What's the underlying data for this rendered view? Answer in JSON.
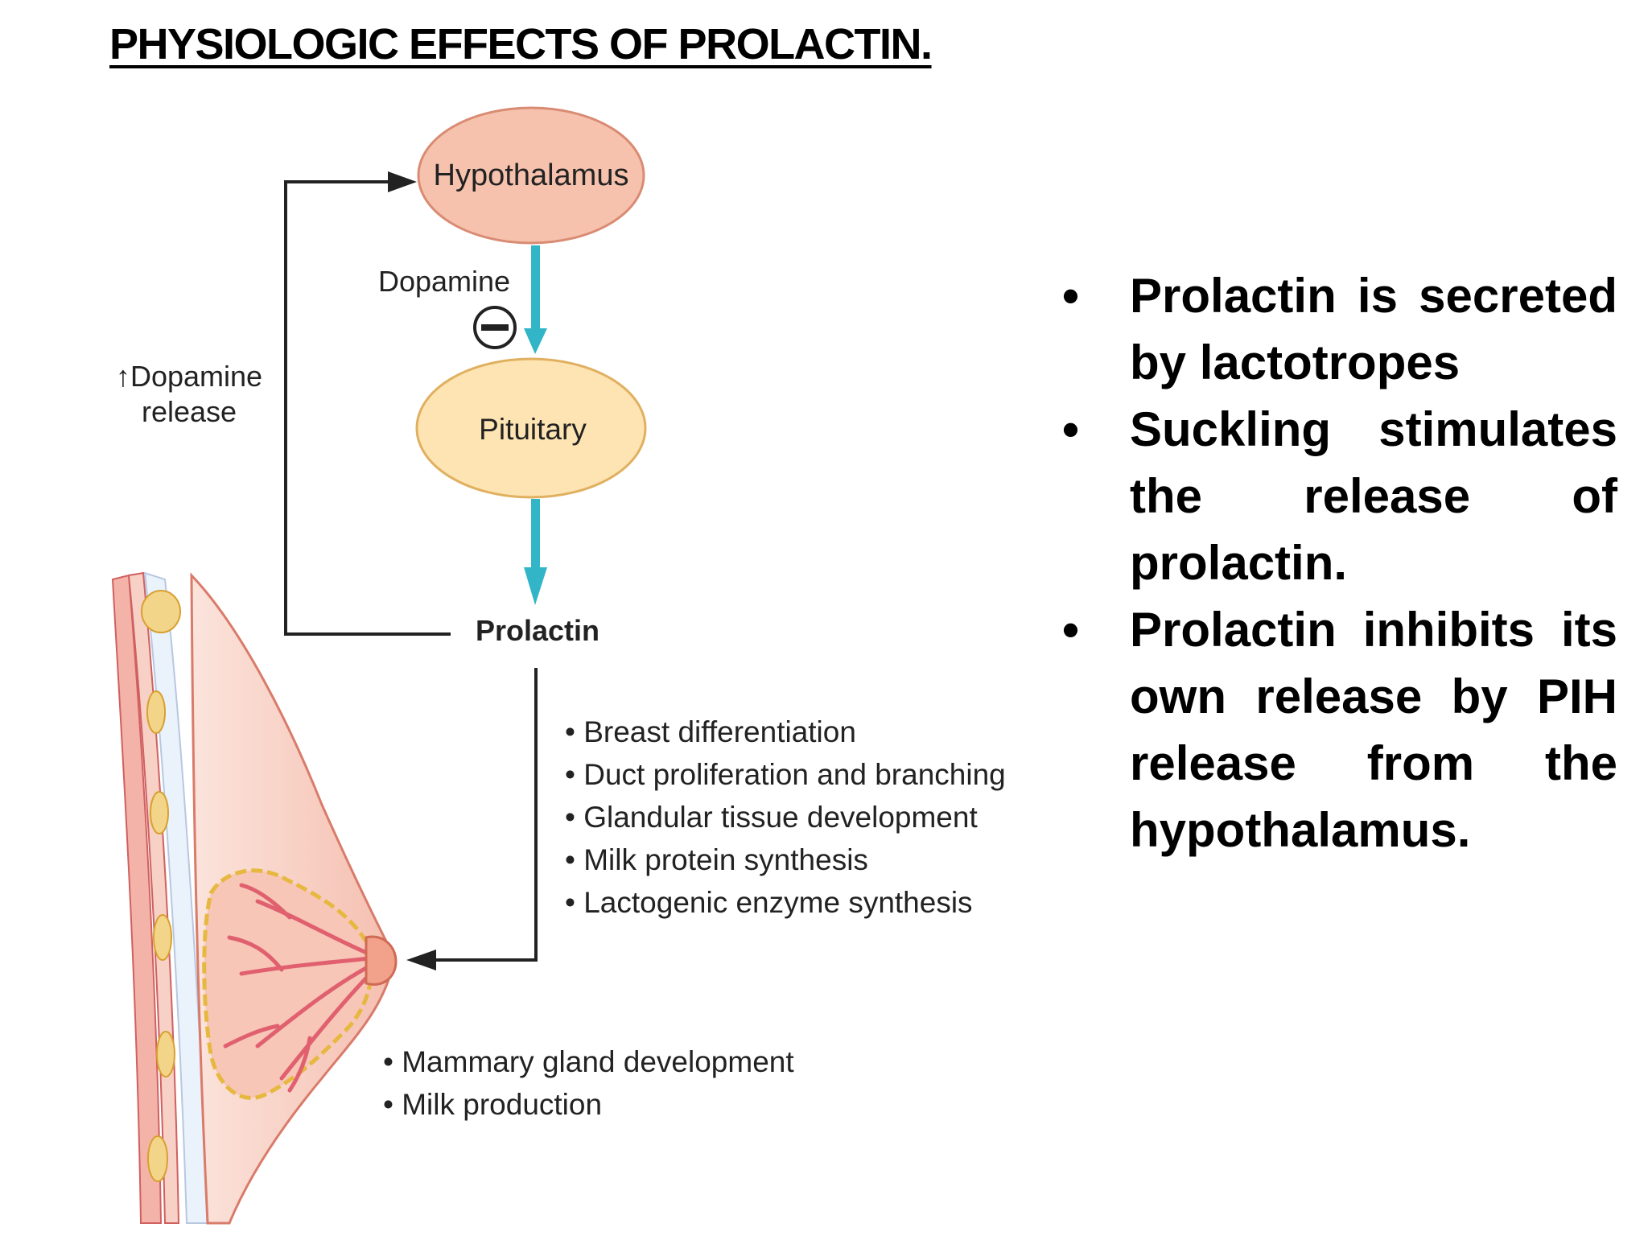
{
  "slide": {
    "title": "PHYSIOLOGIC EFFECTS OF PROLACTIN."
  },
  "diagram": {
    "nodes": {
      "hypothalamus": "Hypothalamus",
      "pituitary": "Pituitary",
      "prolactin": "Prolactin"
    },
    "labels": {
      "dopamine": "Dopamine",
      "inhibition_symbol": "⊖",
      "feedback_line1": "↑Dopamine",
      "feedback_line2": "release"
    },
    "effects": [
      "• Breast differentiation",
      "• Duct proliferation and branching",
      "• Glandular tissue development",
      "• Milk protein synthesis",
      "• Lactogenic enzyme synthesis"
    ],
    "outcomes": [
      "• Mammary gland development",
      "• Milk production"
    ],
    "colors": {
      "hypothalamus_fill": "#f6c2ad",
      "pituitary_fill": "#fde4b2",
      "arrow_blue": "#33b5c8",
      "breast_fill": "#f8c9bc",
      "duct_red": "#e06070",
      "gland_yellow": "#f0c860"
    }
  },
  "bullets": [
    "Prolactin is secreted by lactotropes",
    "Suckling stimulates the release of prolactin.",
    "Prolactin inhibits its own release by PIH release from the hypothalamus."
  ]
}
